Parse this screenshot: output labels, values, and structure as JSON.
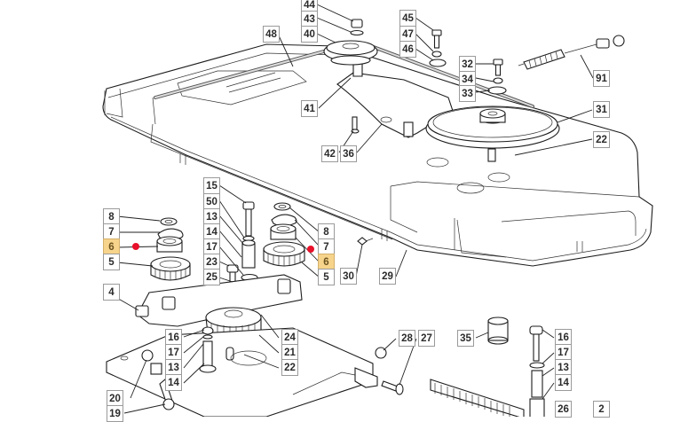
{
  "diagram": {
    "type": "exploded-parts-diagram",
    "highlighted_part": "6",
    "highlight_color": "#f7d48b",
    "hotspot_color": "#e8102a",
    "callouts": [
      {
        "id": "c44",
        "label": "44"
      },
      {
        "id": "c43",
        "label": "43"
      },
      {
        "id": "c40",
        "label": "40"
      },
      {
        "id": "c48",
        "label": "48"
      },
      {
        "id": "c45",
        "label": "45"
      },
      {
        "id": "c47",
        "label": "47"
      },
      {
        "id": "c46",
        "label": "46"
      },
      {
        "id": "c32",
        "label": "32"
      },
      {
        "id": "c34",
        "label": "34"
      },
      {
        "id": "c33",
        "label": "33"
      },
      {
        "id": "c91",
        "label": "91"
      },
      {
        "id": "c41",
        "label": "41"
      },
      {
        "id": "c31",
        "label": "31"
      },
      {
        "id": "c42",
        "label": "42"
      },
      {
        "id": "c36",
        "label": "36"
      },
      {
        "id": "c22a",
        "label": "22"
      },
      {
        "id": "c15",
        "label": "15"
      },
      {
        "id": "c50",
        "label": "50"
      },
      {
        "id": "c13a",
        "label": "13"
      },
      {
        "id": "c14a",
        "label": "14"
      },
      {
        "id": "c17a",
        "label": "17"
      },
      {
        "id": "c23",
        "label": "23"
      },
      {
        "id": "c25",
        "label": "25"
      },
      {
        "id": "c8a",
        "label": "8"
      },
      {
        "id": "c7a",
        "label": "7"
      },
      {
        "id": "c6a",
        "label": "6"
      },
      {
        "id": "c5a",
        "label": "5"
      },
      {
        "id": "c8b",
        "label": "8"
      },
      {
        "id": "c7b",
        "label": "7"
      },
      {
        "id": "c6b",
        "label": "6"
      },
      {
        "id": "c5b",
        "label": "5"
      },
      {
        "id": "c30",
        "label": "30"
      },
      {
        "id": "c29",
        "label": "29"
      },
      {
        "id": "c4",
        "label": "4"
      },
      {
        "id": "c16a",
        "label": "16"
      },
      {
        "id": "c17b",
        "label": "17"
      },
      {
        "id": "c13b",
        "label": "13"
      },
      {
        "id": "c14b",
        "label": "14"
      },
      {
        "id": "c24",
        "label": "24"
      },
      {
        "id": "c21",
        "label": "21"
      },
      {
        "id": "c22b",
        "label": "22"
      },
      {
        "id": "c20",
        "label": "20"
      },
      {
        "id": "c19",
        "label": "19"
      },
      {
        "id": "c28",
        "label": "28"
      },
      {
        "id": "c27",
        "label": "27"
      },
      {
        "id": "c35",
        "label": "35"
      },
      {
        "id": "c16b",
        "label": "16"
      },
      {
        "id": "c17c",
        "label": "17"
      },
      {
        "id": "c13c",
        "label": "13"
      },
      {
        "id": "c14c",
        "label": "14"
      },
      {
        "id": "c26",
        "label": "26"
      },
      {
        "id": "c2",
        "label": "2"
      }
    ]
  }
}
